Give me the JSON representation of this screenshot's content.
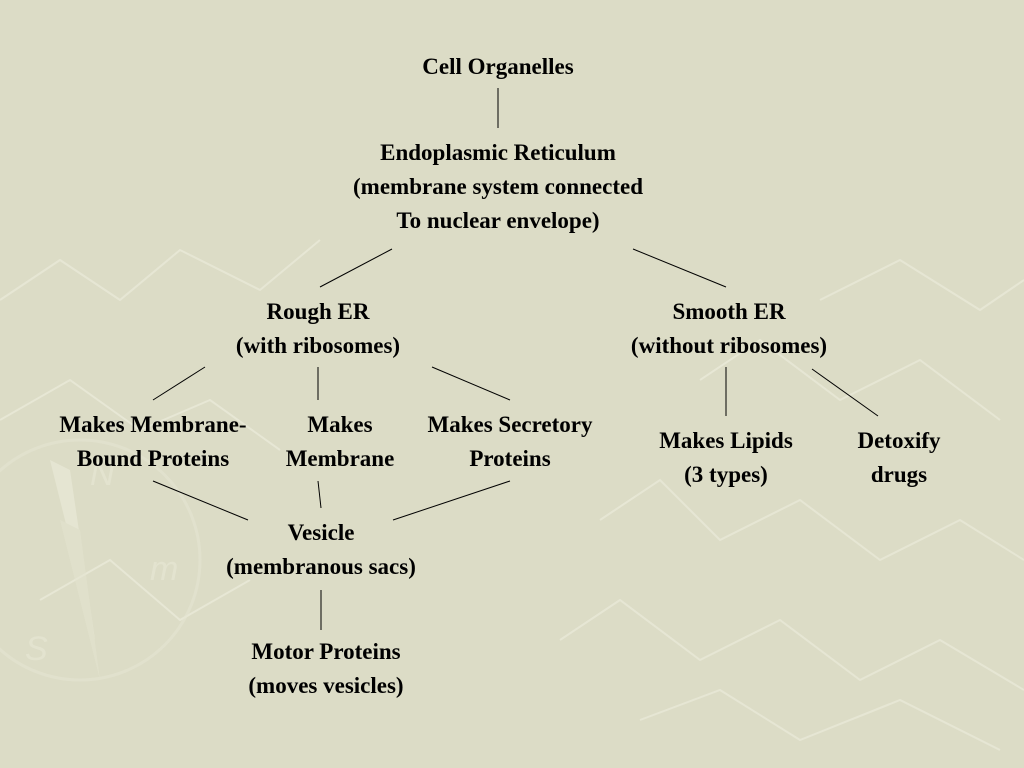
{
  "colors": {
    "background": "#dcdcc6",
    "text": "#000000",
    "lines": "#000000",
    "decor": "#e9e9d8"
  },
  "nodes": {
    "root": {
      "line1": "Cell Organelles"
    },
    "er": {
      "line1": "Endoplasmic Reticulum",
      "line2": "(membrane system connected",
      "line3": "To nuclear envelope)"
    },
    "rough_er": {
      "line1": "Rough ER",
      "line2": "(with ribosomes)"
    },
    "smooth_er": {
      "line1": "Smooth ER",
      "line2": "(without ribosomes)"
    },
    "membrane_bound": {
      "line1": "Makes Membrane-",
      "line2": "Bound Proteins"
    },
    "makes_membrane": {
      "line1": "Makes",
      "line2": "Membrane"
    },
    "secretory": {
      "line1": "Makes Secretory",
      "line2": "Proteins"
    },
    "lipids": {
      "line1": "Makes Lipids",
      "line2": "(3 types)"
    },
    "detoxify": {
      "line1": "Detoxify",
      "line2": "drugs"
    },
    "vesicle": {
      "line1": "Vesicle",
      "line2": "(membranous sacs)"
    },
    "motor": {
      "line1": "Motor Proteins",
      "line2": "(moves vesicles)"
    }
  },
  "decor_text": {
    "compass_n": "N",
    "compass_m": "m",
    "compass_s": "S"
  }
}
